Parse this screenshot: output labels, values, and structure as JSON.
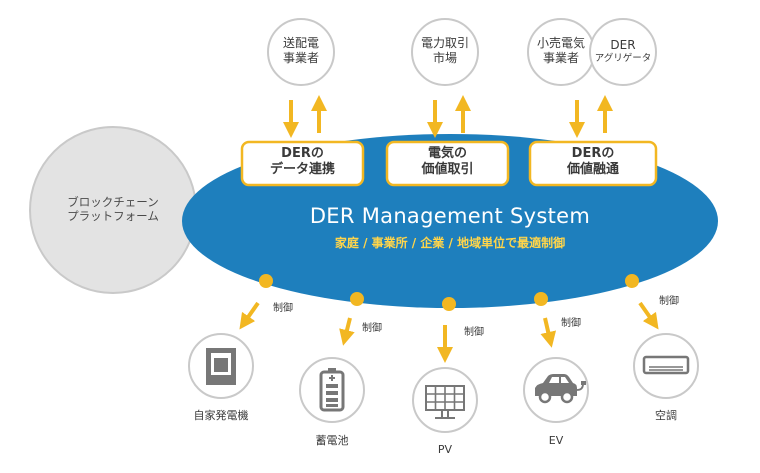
{
  "colors": {
    "ellipse": "#1e7fbd",
    "accent": "#f2b722",
    "circle_border": "#c9c9c9",
    "blockchain_fill": "#e3e3e3",
    "box_fill": "#ffffff",
    "icon": "#777777",
    "subtitle": "#ffd54a"
  },
  "system": {
    "title": "DER Management System",
    "subtitle": "家庭 / 事業所 / 企業 / 地域単位で最適制御"
  },
  "blockchain": {
    "line1": "ブロックチェーン",
    "line2": "プラットフォーム"
  },
  "participants": [
    {
      "line1": "送配電",
      "line2": "事業者"
    },
    {
      "line1": "電力取引",
      "line2": "市場"
    },
    {
      "line1": "小売電気",
      "line2": "事業者"
    },
    {
      "line1": "DER",
      "line2": "アグリゲータ"
    }
  ],
  "functions": [
    {
      "line1": "DERの",
      "line2": "データ連携"
    },
    {
      "line1": "電気の",
      "line2": "価値取引"
    },
    {
      "line1": "DERの",
      "line2": "価値融通"
    }
  ],
  "control_label": "制御",
  "devices": [
    {
      "label": "自家発電機",
      "icon": "generator-icon"
    },
    {
      "label": "蓄電池",
      "icon": "battery-icon"
    },
    {
      "label": "PV",
      "icon": "solar-panel-icon"
    },
    {
      "label": "EV",
      "icon": "car-icon"
    },
    {
      "label": "空調",
      "icon": "air-conditioner-icon"
    }
  ]
}
